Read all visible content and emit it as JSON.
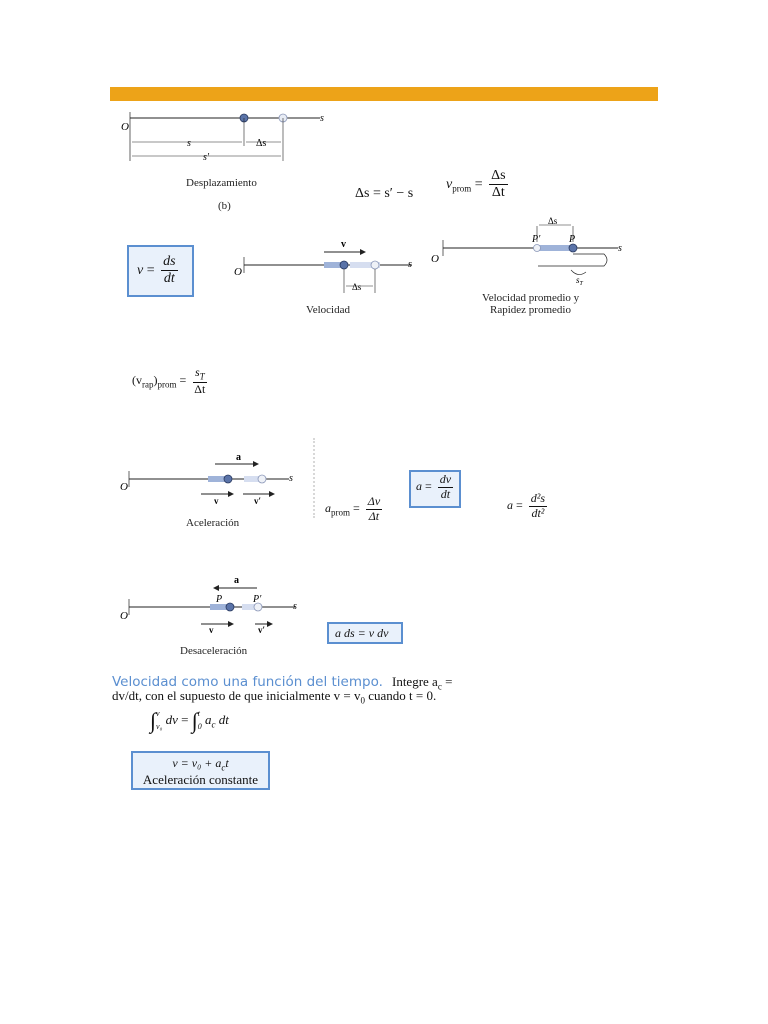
{
  "colors": {
    "accent_bar": "#eda318",
    "box_border": "#5b8fd0",
    "box_fill": "#e9f1fb",
    "heading": "#5b8fd0"
  },
  "diagram_disp": {
    "origin": "O",
    "axis": "s",
    "s": "s",
    "ds": "Δs",
    "sp": "s′",
    "caption": "Desplazamiento",
    "part": "(b)"
  },
  "eq_ds": {
    "lhs": "Δs = s′ − s"
  },
  "eq_vprom": {
    "v": "v",
    "sub": "prom",
    "num": "Δs",
    "den": "Δt"
  },
  "eq_v_box": {
    "v": "v",
    "num": "ds",
    "den": "dt"
  },
  "diagram_vel": {
    "origin": "O",
    "axis": "s",
    "v": "v",
    "ds": "Δs",
    "caption": "Velocidad"
  },
  "diagram_vprom": {
    "origin": "O",
    "axis": "s",
    "pp": "P′",
    "p": "P",
    "ds": "Δs",
    "st": "s",
    "st_sub": "T",
    "caption_1": "Velocidad promedio y",
    "caption_2": "Rapidez promedio"
  },
  "eq_vrap": {
    "lhs": "(v",
    "sub": "rap",
    "rparen": ")",
    "sub2": "prom",
    "num": "s",
    "num_sub": "T",
    "den": "Δt"
  },
  "diagram_acc": {
    "origin": "O",
    "axis": "s",
    "a": "a",
    "v": "v",
    "vp": "v′",
    "caption": "Aceleración"
  },
  "eq_aprom": {
    "a": "a",
    "sub": "prom",
    "num": "Δv",
    "den": "Δt"
  },
  "eq_a_box": {
    "a": "a",
    "num": "dv",
    "den": "dt"
  },
  "eq_a2": {
    "a": "a",
    "num": "d²s",
    "den": "dt²"
  },
  "diagram_dec": {
    "origin": "O",
    "axis": "s",
    "a": "a",
    "p": "P",
    "pp": "P′",
    "v": "v",
    "vp": "v′",
    "caption": "Desaceleración"
  },
  "eq_ads_box": {
    "text": "a ds = v dv"
  },
  "section": {
    "heading": "Velocidad como una función del tiempo.",
    "line1": "Integre a",
    "line1_sub": "c",
    "line1_end": " =",
    "line2": "dv/dt, con el supuesto de que inicialmente v = v",
    "line2_sub": "0",
    "line2_end": " cuando t = 0."
  },
  "eq_integral": {
    "upper1": "v",
    "lower1": "v₀",
    "integrand1": "dv",
    "eq": "=",
    "upper2": "t",
    "lower2": "0",
    "integrand2": "a",
    "integrand2_sub": "c",
    "integrand2_end": " dt"
  },
  "eq_result_box": {
    "line1": "v = v₀ + a",
    "line1_sub": "c",
    "line1_end": "t",
    "line2": "Aceleración constante"
  }
}
